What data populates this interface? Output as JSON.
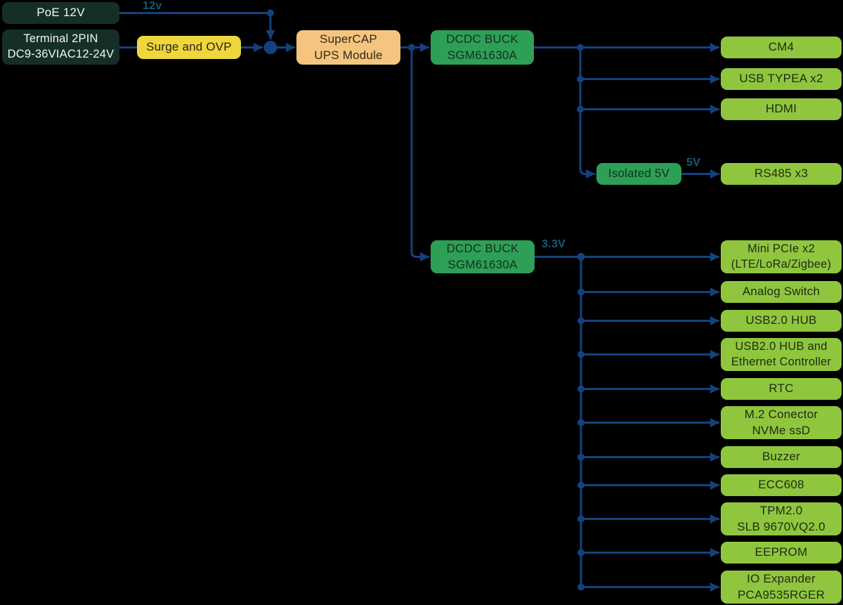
{
  "palette": {
    "background": "#000000",
    "wire": "#14417e",
    "voltage_label": "#175a77",
    "input_box": "#152f28",
    "protection_box": "#efd63d",
    "ups_box": "#f5c57f",
    "regulator_box": "#2d9f56",
    "peripheral_box": "#8fc63e"
  },
  "edge_labels": {
    "poe_12v": "12v",
    "buck2_3v3": "3.3V",
    "isolated_5v": "5V"
  },
  "nodes": {
    "poe": "PoE 12V",
    "terminal": "Terminal 2PIN\nDC9-36VIAC12-24V",
    "surge": "Surge and OVP",
    "supercap": "SuperCAP\nUPS Module",
    "buck1": "DCDC BUCK\nSGM61630A",
    "buck2": "DCDC BUCK\nSGM61630A",
    "isolated": "Isolated 5V",
    "cm4": "CM4",
    "usb_typea": "USB TYPEA x2",
    "hdmi": "HDMI",
    "rs485": "RS485 x3",
    "mini_pcie": "Mini PCIe x2\n(LTE/LoRa/Zigbee)",
    "analog_switch": "Analog Switch",
    "usb2_hub": "USB2.0 HUB",
    "usb2_hub_eth": "USB2.0 HUB and\nEthernet Controller",
    "rtc": "RTC",
    "m2": "M.2 Conector\nNVMe ssD",
    "buzzer": "Buzzer",
    "ecc608": "ECC608",
    "tpm": "TPM2.0\nSLB 9670VQ2.0",
    "eeprom": "EEPROM",
    "io_expander": "IO Expander\nPCA9535RGER"
  }
}
